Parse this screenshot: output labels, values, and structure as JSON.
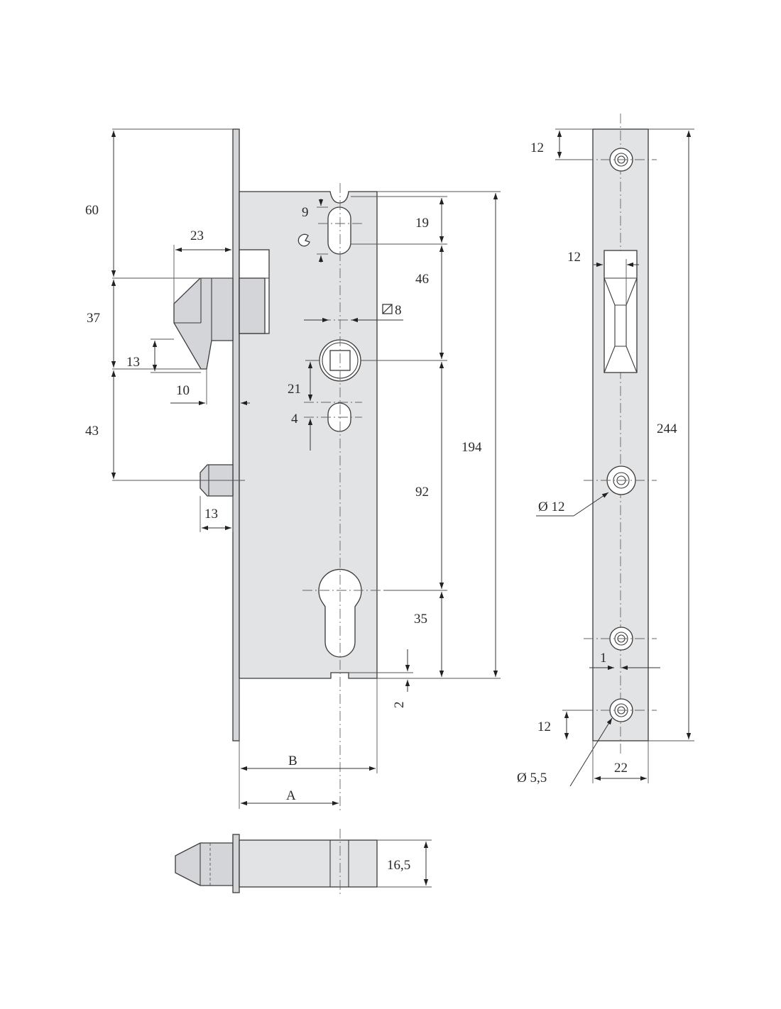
{
  "colors": {
    "background": "#ffffff",
    "part_fill": "#e2e3e5",
    "line": "#3a3a3a"
  },
  "dimensions": {
    "d60": "60",
    "d23": "23",
    "d37": "37",
    "d13_latch": "13",
    "d10": "10",
    "d43": "43",
    "d13_bolt": "13",
    "d9": "9",
    "d19": "19",
    "d46": "46",
    "d_square8": "8",
    "d21": "21",
    "d4": "4",
    "d194": "194",
    "d92": "92",
    "d35": "35",
    "d2": "2",
    "dB": "B",
    "dA": "A",
    "d16_5": "16,5",
    "d12_top": "12",
    "d12_strike": "12",
    "d244": "244",
    "d_dia12": "Ø 12",
    "d1": "1",
    "d12_bottom": "12",
    "d_dia5_5": "Ø 5,5",
    "d22": "22"
  }
}
